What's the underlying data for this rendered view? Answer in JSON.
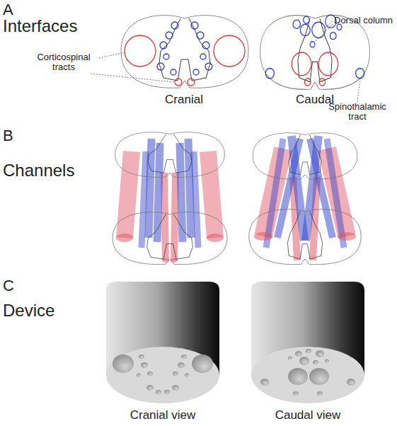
{
  "diagram": {
    "labels": [
      "A",
      "Interfaces",
      "Corticospinal tracts",
      "Dorsal column",
      "Spinothalamic tract",
      "Cranial",
      "Caudal",
      "B",
      "Channels",
      "C",
      "Device",
      "Cranial view",
      "Caudal view"
    ]
  }
}
